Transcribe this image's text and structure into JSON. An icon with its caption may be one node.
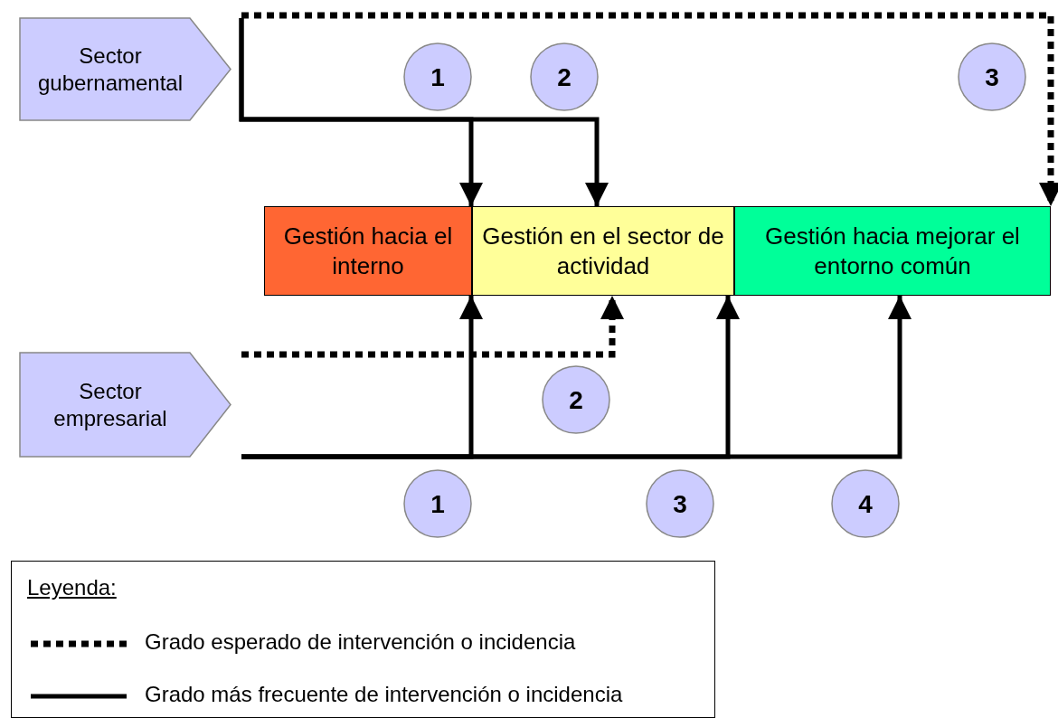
{
  "diagram": {
    "nodes": [
      {
        "text": [
          "Sector gubernamental"
        ]
      },
      {
        "text": [
          "Gestión hacia el interno"
        ]
      },
      {
        "text": [
          "Gestión en el sector de actividad"
        ]
      },
      {
        "text": [
          "Gestión hacia mejorar el entorno común"
        ]
      },
      {
        "text": [
          "Sector empresarial"
        ]
      },
      {
        "text": [
          "1"
        ]
      },
      {
        "text": [
          "2"
        ]
      },
      {
        "text": [
          "3"
        ]
      },
      {
        "text": [
          "2"
        ]
      },
      {
        "text": [
          "1"
        ]
      },
      {
        "text": [
          "3"
        ]
      },
      {
        "text": [
          "4"
        ]
      }
    ],
    "edges": [
      {
        "from": 0,
        "to": 1,
        "arrow": "to"
      },
      {
        "from": 0,
        "to": 2,
        "arrow": "to"
      },
      {
        "from": 0,
        "to": 3,
        "arrow": "to",
        "style": "dashed"
      },
      {
        "from": 4,
        "to": 2,
        "arrow": "to",
        "style": "dashed"
      },
      {
        "from": 4,
        "to": 1,
        "arrow": "to"
      },
      {
        "from": 4,
        "to": 2,
        "arrow": "to"
      },
      {
        "from": 4,
        "to": 3,
        "arrow": "to"
      }
    ],
    "labels": [
      "Leyenda:"
    ],
    "legend": [
      {
        "text": "Grado esperado de intervención o incidencia"
      },
      {
        "text": "Grado más frecuente de intervención o incidencia"
      }
    ]
  }
}
